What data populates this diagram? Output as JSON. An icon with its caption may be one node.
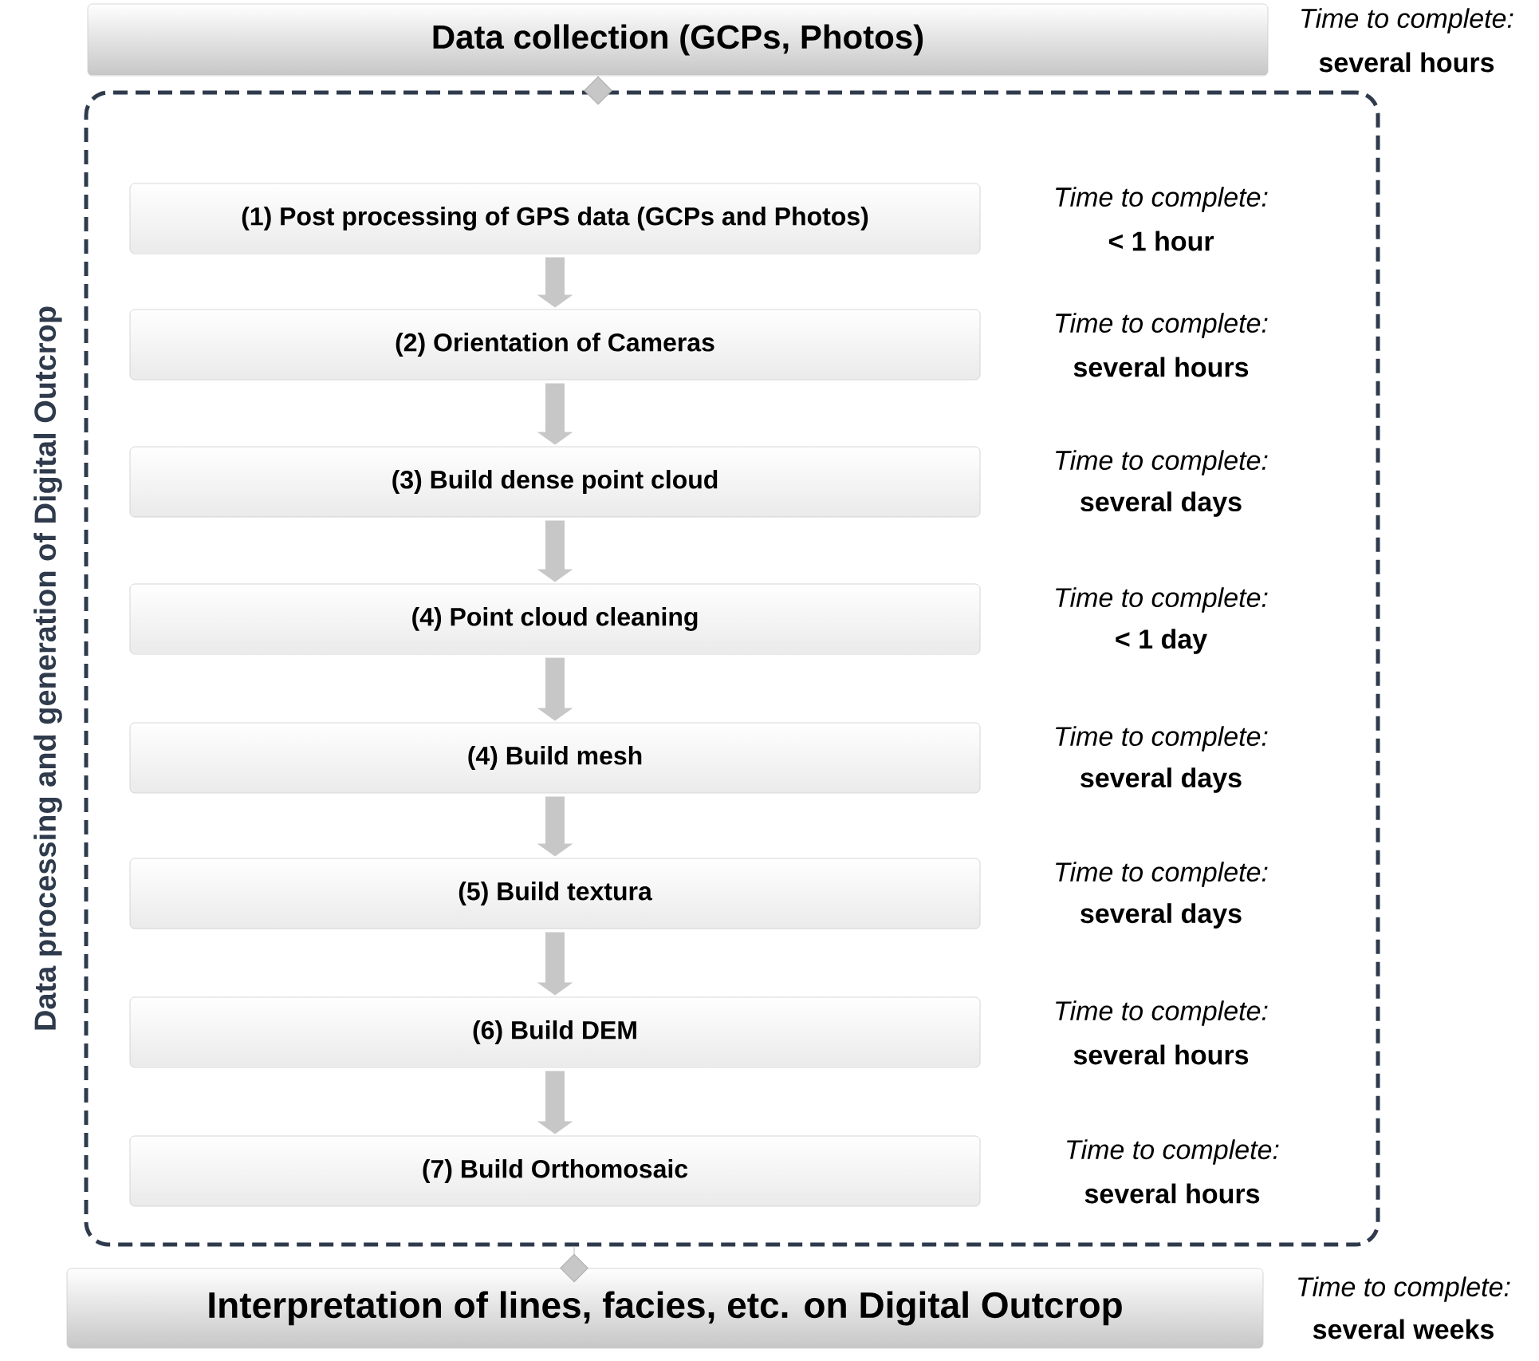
{
  "diagram": {
    "nodes": [
      {
        "text": [
          "Data collection (GCPs, Photos)"
        ],
        "beside": [
          "Time to complete:",
          "several hours"
        ]
      },
      {
        "text": [
          "Data processing and generation of Digital Outcrop"
        ]
      },
      {
        "text": [
          "(1) Post processing of GPS data (GCPs and Photos)"
        ],
        "in": 1,
        "beside": [
          "Time to complete:",
          "< 1 hour"
        ]
      },
      {
        "text": [
          "(2) Orientation of Cameras"
        ],
        "in": 1,
        "beside": [
          "Time to complete:",
          "several hours"
        ]
      },
      {
        "text": [
          "(3) Build dense point cloud"
        ],
        "in": 1,
        "beside": [
          "Time to complete:",
          "several days"
        ]
      },
      {
        "text": [
          "(4) Point cloud cleaning"
        ],
        "in": 1,
        "beside": [
          "Time to complete:",
          "< 1 day"
        ]
      },
      {
        "text": [
          "(4) Build mesh"
        ],
        "in": 1,
        "beside": [
          "Time to complete:",
          "several days"
        ]
      },
      {
        "text": [
          "(5) Build textura"
        ],
        "in": 1,
        "beside": [
          "Time to complete:",
          "several days"
        ]
      },
      {
        "text": [
          "(6) Build DEM"
        ],
        "in": 1,
        "beside": [
          "Time to complete:",
          "several hours"
        ]
      },
      {
        "text": [
          "(7) Build Orthomosaic"
        ],
        "in": 1,
        "beside": [
          "Time to complete:",
          "several hours"
        ]
      },
      {
        "text": [
          "Interpretation of lines, facies, etc. on Digital Outcrop"
        ],
        "beside": [
          "Time to complete:",
          "several weeks"
        ]
      }
    ],
    "edges": [
      {
        "from": 0,
        "to": 1,
        "arrow": "other"
      },
      {
        "from": 2,
        "to": 3,
        "arrow": "to"
      },
      {
        "from": 3,
        "to": 4,
        "arrow": "to"
      },
      {
        "from": 4,
        "to": 5,
        "arrow": "to"
      },
      {
        "from": 5,
        "to": 6,
        "arrow": "to"
      },
      {
        "from": 6,
        "to": 7,
        "arrow": "to"
      },
      {
        "from": 7,
        "to": 8,
        "arrow": "to"
      },
      {
        "from": 8,
        "to": 9,
        "arrow": "to"
      },
      {
        "from": 1,
        "to": 10,
        "arrow": "other"
      }
    ]
  }
}
